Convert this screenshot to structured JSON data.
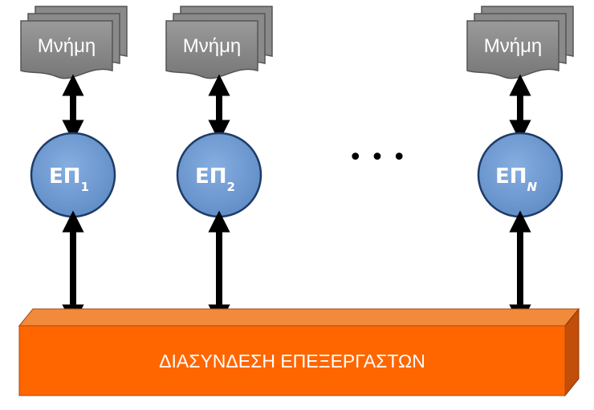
{
  "memories": [
    {
      "label": "Μνήμη"
    },
    {
      "label": "Μνήμη"
    },
    {
      "label": "Μνήμη"
    }
  ],
  "processors": [
    {
      "label": "ΕΠ",
      "subscript": "1"
    },
    {
      "label": "ΕΠ",
      "subscript": "2"
    },
    {
      "label": "ΕΠ",
      "subscript": "N"
    }
  ],
  "ellipsis": "• • •",
  "bus": {
    "label": "ΔΙΑΣΥΝΔΕΣΗ ΕΠΕΞΕΡΓΑΣΤΩΝ"
  },
  "colors": {
    "memory_fill": "#8c8c8c",
    "memory_stroke": "#555555",
    "processor_fill": "#6f9bd2",
    "processor_stroke": "#1f3b66",
    "bus_front": "#ff6600",
    "bus_top": "#f28a3c",
    "bus_side": "#c24e0a",
    "arrow": "#000000"
  }
}
